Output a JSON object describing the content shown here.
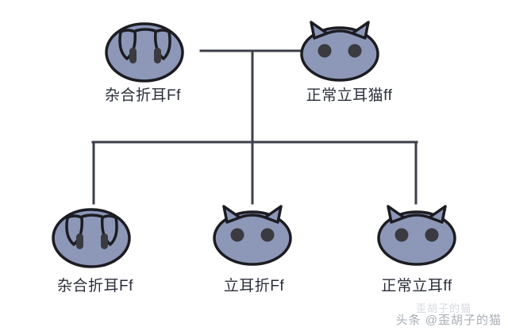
{
  "diagram": {
    "type": "genetics-pedigree",
    "title_visible": false,
    "background_color": "#ffffff",
    "line_color": "#3b3f4a",
    "face_fill_color": "#8d98b8",
    "face_outline_color": "#1c1c22",
    "eye_color": "#3a3a40",
    "text_color": "#2b2f3a",
    "generations": [
      {
        "name": "parents",
        "nodes": [
          {
            "id": "parent-left",
            "label": "杂合折耳Ff",
            "ear_type": "folded",
            "eye_shape": "slit"
          },
          {
            "id": "parent-right",
            "label": "正常立耳猫ff",
            "ear_type": "upright",
            "eye_shape": "round"
          }
        ]
      },
      {
        "name": "offspring",
        "nodes": [
          {
            "id": "child-left",
            "label": "杂合折耳Ff",
            "ear_type": "folded",
            "eye_shape": "slit"
          },
          {
            "id": "child-middle",
            "label": "立耳折Ff",
            "ear_type": "upright",
            "eye_shape": "round"
          },
          {
            "id": "child-right",
            "label": "正常立耳ff",
            "ear_type": "upright",
            "eye_shape": "round"
          }
        ]
      }
    ]
  },
  "watermark": {
    "text": "头条 @歪胡子的猫",
    "ghost_text": "歪胡子的猫"
  }
}
